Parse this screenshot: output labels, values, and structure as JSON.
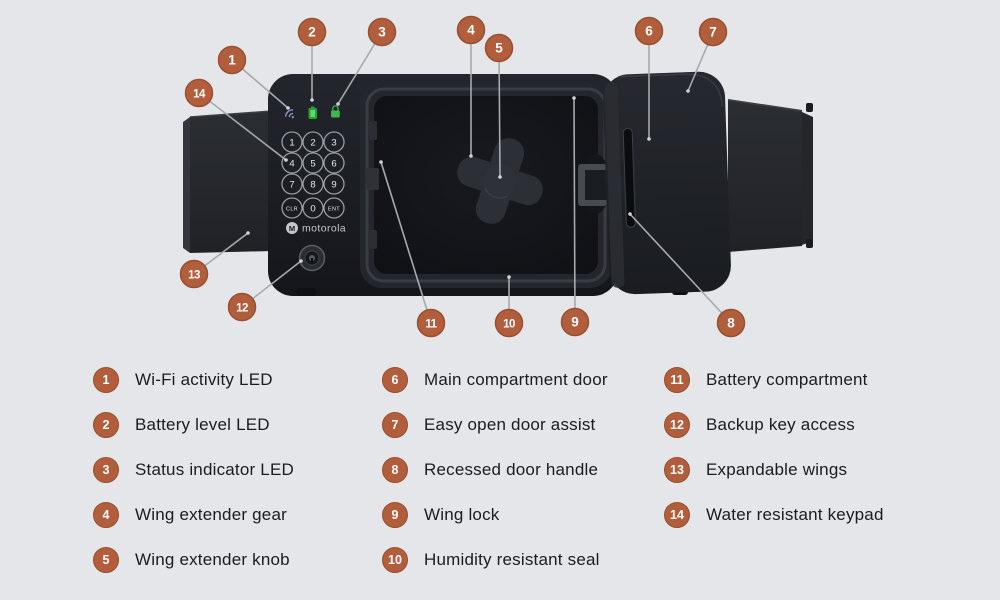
{
  "device": {
    "brand": "motorola",
    "brand_emblem": "M",
    "keypad": [
      "1",
      "2",
      "3",
      "4",
      "5",
      "6",
      "7",
      "8",
      "9",
      "CLR",
      "0",
      "ENT"
    ],
    "leds": [
      "wifi-activity",
      "battery-level",
      "status-indicator"
    ]
  },
  "callouts": [
    {
      "num": "1"
    },
    {
      "num": "2"
    },
    {
      "num": "3"
    },
    {
      "num": "4"
    },
    {
      "num": "5"
    },
    {
      "num": "6"
    },
    {
      "num": "7"
    },
    {
      "num": "8"
    },
    {
      "num": "9"
    },
    {
      "num": "10"
    },
    {
      "num": "11"
    },
    {
      "num": "12"
    },
    {
      "num": "13"
    },
    {
      "num": "14"
    }
  ],
  "legend": {
    "columns": [
      {
        "items": [
          {
            "num": "1",
            "label": "Wi-Fi activity LED"
          },
          {
            "num": "2",
            "label": "Battery level LED"
          },
          {
            "num": "3",
            "label": "Status indicator LED"
          },
          {
            "num": "4",
            "label": "Wing extender gear"
          },
          {
            "num": "5",
            "label": "Wing extender knob"
          }
        ]
      },
      {
        "items": [
          {
            "num": "6",
            "label": "Main compartment door"
          },
          {
            "num": "7",
            "label": "Easy open door assist"
          },
          {
            "num": "8",
            "label": "Recessed door handle"
          },
          {
            "num": "9",
            "label": "Wing lock"
          },
          {
            "num": "10",
            "label": "Humidity resistant seal"
          }
        ]
      },
      {
        "items": [
          {
            "num": "11",
            "label": "Battery compartment"
          },
          {
            "num": "12",
            "label": "Backup key access"
          },
          {
            "num": "13",
            "label": "Expandable wings"
          },
          {
            "num": "14",
            "label": "Water resistant keypad"
          }
        ]
      }
    ]
  },
  "colors": {
    "background": "#e5e6e9",
    "badge": "#b25e3d",
    "badge_border": "#97502f",
    "leader_line": "#a7a9ae",
    "device_body": "#1b1e24",
    "led_green": "#3bb94a",
    "led_wifi": "#8a94c6",
    "legend_text": "#1b1b20"
  }
}
